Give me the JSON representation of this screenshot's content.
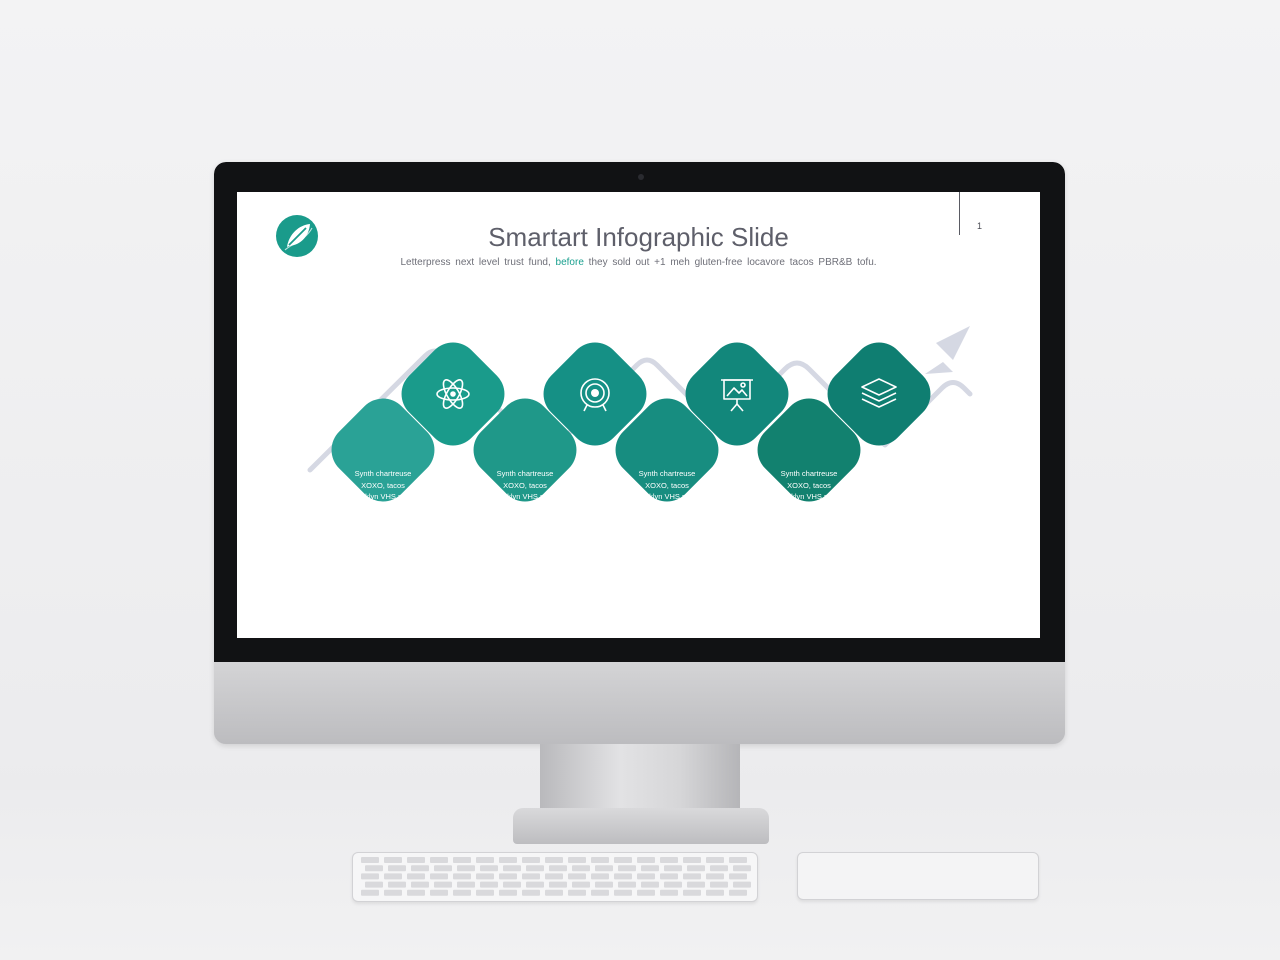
{
  "slide": {
    "title": "Smartart Infographic Slide",
    "subtitle_before": "Letterpress next level trust fund, ",
    "subtitle_accent": "before",
    "subtitle_after": " they sold out +1 meh gluten-free locavore tacos PBR&B tofu.",
    "page_number": "1"
  },
  "colors": {
    "accent": "#1aa08f",
    "tile_top": [
      "#1a9b8b",
      "#159085",
      "#12877b",
      "#0f7e71"
    ],
    "tile_bottom": [
      "#2aa296",
      "#1f9889",
      "#178d80",
      "#12816f"
    ],
    "arrow": "#d5d8e3"
  },
  "steps": [
    {
      "icon": "atom-icon",
      "caption": "Synth chartreuse\nXOXO, tacos\nbrooklyn VHS plaid."
    },
    {
      "icon": "target-icon",
      "caption": "Synth chartreuse\nXOXO, tacos\nbrooklyn VHS plaid."
    },
    {
      "icon": "presentation-board-icon",
      "caption": "Synth chartreuse\nXOXO, tacos\nbrooklyn VHS plaid."
    },
    {
      "icon": "layers-icon",
      "caption": "Synth chartreuse\nXOXO, tacos\nbrooklyn VHS plaid."
    }
  ]
}
